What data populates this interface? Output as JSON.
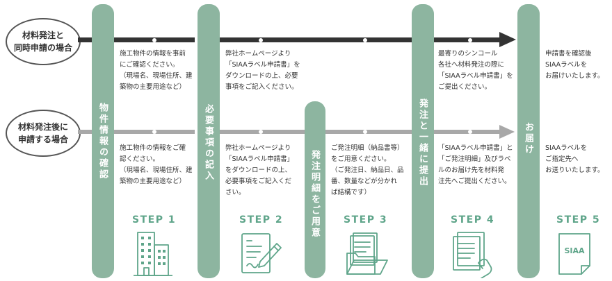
{
  "routes": {
    "route1": "材料発注と\n同時申請の場合",
    "route2": "材料発注後に\n申請する場合"
  },
  "columns": {
    "col1": "物件情報の確認",
    "col2": "必要事項の記入",
    "col3": "発注明細をご用意",
    "col4": "発注と一緒に提出",
    "col5": "お届け"
  },
  "descriptions": {
    "r1_s1": "施工物件の情報を事前\nにご確認ください。\n（現場名、現場住所、建\n築物の主要用途など）",
    "r1_s2": "弊社ホームページより\n「SIAAラベル申請書」を\nダウンロードの上、必要\n事項をご記入ください。",
    "r1_s4": "最寄りのシンコール\n各社へ材料発注の際に\n「SIAAラベル申請書」を\nご提出ください。",
    "r1_s5": "申請書を確認後\nSIAAラベルを\nお届けいたします。",
    "r2_s1": "施工物件の情報をご確\n認ください。\n（現場名、現場住所、建\n築物の主要用途など）",
    "r2_s2": "弊社ホームページより\n「SIAAラベル申請書」\nをダウンロードの上、\n必要事項をご記入くだ\nさい。",
    "r2_s3": "ご発注明細（納品書等）\nをご用意ください。\n（ご発注日、納品日、品\n番、数量などが分かれ\nば結構です）",
    "r2_s4": "「SIAAラベル申請書」と\n「ご発注明細」及びラベ\nルのお届け先を材料発\n注先へご提出ください。",
    "r2_s5": "SIAAラベルを\nご指定先へ\nお送りいたします。"
  },
  "steps": {
    "s1": "STEP 1",
    "s2": "STEP 2",
    "s3": "STEP 3",
    "s4": "STEP 4",
    "s5": "STEP 5"
  },
  "icons": {
    "s1": "building-icon",
    "s2": "form-pen-icon",
    "s3": "documents-folder-icon",
    "s4": "document-hand-icon",
    "s5": "siaa-label-icon",
    "siaa_text": "SIAA"
  },
  "colors": {
    "accent": "#5fa58a",
    "pill": "#8db5a0",
    "route1_line": "#333333",
    "route2_line": "#a8a8a8"
  }
}
